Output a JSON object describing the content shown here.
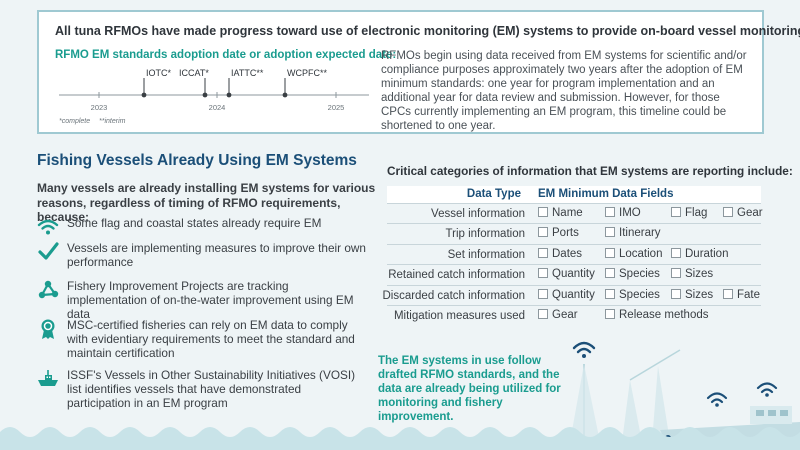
{
  "top": {
    "heading": "All tuna RFMOs have made progress toward use of electronic monitoring (EM) systems to provide on-board vessel monitoring.",
    "timeline_title": "RFMO EM standards adoption date or adoption expected date:",
    "timeline": {
      "years": [
        "2023",
        "2024",
        "2025"
      ],
      "markers": [
        "IOTC*",
        "ICCAT*",
        "IATTC**",
        "WCPFC**"
      ],
      "legend_complete": "*complete",
      "legend_interim": "**interim"
    },
    "paragraph": "RFMOs begin using data received from EM systems for scientific and/or compliance purposes approximately two years after the adoption of EM minimum standards: one year for program implementation and an additional year for data review and submission. However, for those CPCs currently implementing an EM program, this timeline could be shortened to one year."
  },
  "left": {
    "title": "Fishing Vessels Already Using EM Systems",
    "intro": "Many vessels are already installing EM systems for various reasons, regardless of timing of RFMO requirements, because:",
    "reasons": [
      {
        "icon": "wifi-icon",
        "text": "Some flag and coastal states already require EM"
      },
      {
        "icon": "checkmark-icon",
        "text": "Vessels are implementing measures to improve their own performance"
      },
      {
        "icon": "network-icon",
        "text": "Fishery Improvement Projects are tracking implementation of on-the-water improvement using EM data"
      },
      {
        "icon": "award-ribbon-icon",
        "text": "MSC-certified fisheries can rely on EM data to comply with evidentiary requirements to meet the standard and maintain certification"
      },
      {
        "icon": "boat-icon",
        "text": "ISSF's Vessels in Other Sustainability Initiatives (VOSI) list identifies vessels that have demonstrated participation in an EM program"
      }
    ]
  },
  "right": {
    "title": "Critical categories of information that EM systems are reporting include:",
    "col_data_type": "Data Type",
    "col_fields": "EM Minimum Data Fields",
    "rows": [
      {
        "label": "Vessel information",
        "fields": [
          "Name",
          "IMO",
          "Flag",
          "Gear"
        ]
      },
      {
        "label": "Trip information",
        "fields": [
          "Ports",
          "Itinerary"
        ]
      },
      {
        "label": "Set information",
        "fields": [
          "Dates",
          "Location",
          "Duration"
        ]
      },
      {
        "label": "Retained catch information",
        "fields": [
          "Quantity",
          "Species",
          "Sizes"
        ]
      },
      {
        "label": "Discarded catch information",
        "fields": [
          "Quantity",
          "Species",
          "Sizes",
          "Fate"
        ]
      },
      {
        "label": "Mitigation measures used",
        "fields": [
          "Gear",
          "Release methods"
        ]
      }
    ],
    "note": "The EM systems in use follow drafted RFMO standards, and the data are already being utilized for monitoring and fishery improvement."
  },
  "colors": {
    "teal": "#1a9c8f",
    "navy": "#1b4f78",
    "border": "#9fc9d2",
    "wave": "#c8e3e8"
  }
}
